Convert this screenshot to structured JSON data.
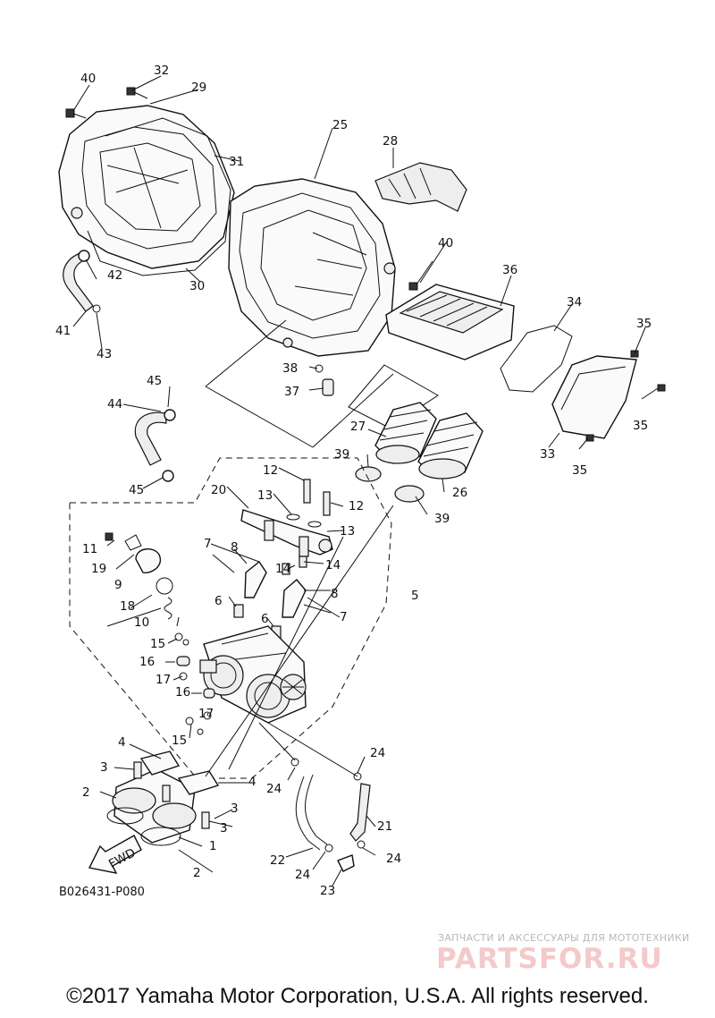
{
  "labels": {
    "p1": "1",
    "p2a": "2",
    "p2b": "2",
    "p3a": "3",
    "p3b": "3",
    "p3c": "3",
    "p4a": "4",
    "p4b": "4",
    "p5": "5",
    "p6a": "6",
    "p6b": "6",
    "p7a": "7",
    "p7b": "7",
    "p8a": "8",
    "p8b": "8",
    "p9": "9",
    "p10": "10",
    "p11": "11",
    "p12a": "12",
    "p12b": "12",
    "p13a": "13",
    "p13b": "13",
    "p14a": "14",
    "p14b": "14",
    "p15a": "15",
    "p15b": "15",
    "p16a": "16",
    "p16b": "16",
    "p17a": "17",
    "p17b": "17",
    "p18": "18",
    "p19": "19",
    "p20": "20",
    "p21": "21",
    "p22": "22",
    "p23": "23",
    "p24a": "24",
    "p24b": "24",
    "p24c": "24",
    "p24d": "24",
    "p25": "25",
    "p26": "26",
    "p27": "27",
    "p28": "28",
    "p29": "29",
    "p30": "30",
    "p31": "31",
    "p32": "32",
    "p33": "33",
    "p34": "34",
    "p35a": "35",
    "p35b": "35",
    "p35c": "35",
    "p36": "36",
    "p37": "37",
    "p38": "38",
    "p39a": "39",
    "p39b": "39",
    "p40a": "40",
    "p40b": "40",
    "p41": "41",
    "p42": "42",
    "p43": "43",
    "p44": "44",
    "p45a": "45",
    "p45b": "45"
  },
  "fwd_label": "FWD",
  "reference_code": "B026431-P080",
  "watermark": {
    "tagline": "ЗАПЧАСТИ И АКСЕССУАРЫ ДЛЯ МОТОТЕХНИКИ",
    "logo": "PARTSFOR.RU"
  },
  "copyright": "©2017 Yamaha Motor Corporation, U.S.A. All rights reserved."
}
